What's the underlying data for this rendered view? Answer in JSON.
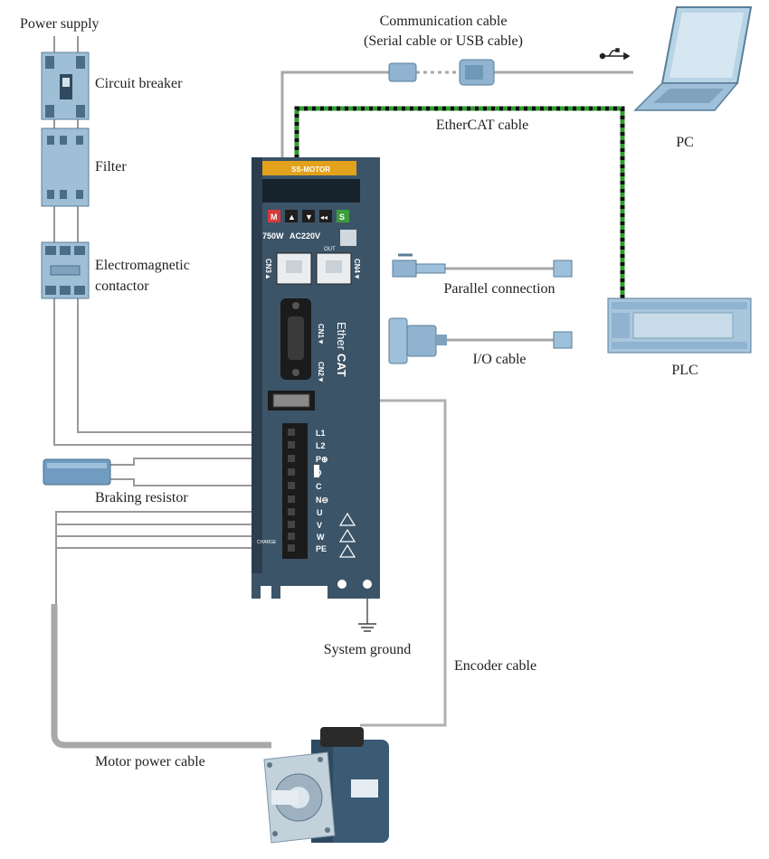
{
  "labels": {
    "power_supply": "Power supply",
    "circuit_breaker": "Circuit breaker",
    "filter": "Filter",
    "contactor_line1": "Electromagnetic",
    "contactor_line2": "contactor",
    "comm_line1": "Communication cable",
    "comm_line2": "(Serial cable or USB cable)",
    "pc": "PC",
    "ethercat_cable": "EtherCAT cable",
    "parallel": "Parallel connection",
    "io_cable": "I/O cable",
    "plc": "PLC",
    "braking_resistor": "Braking resistor",
    "system_ground": "System ground",
    "encoder_cable": "Encoder cable",
    "motor_power_cable": "Motor power cable"
  },
  "drive": {
    "brand": "SS-MOTOR",
    "buttons": [
      "M",
      "▲",
      "▼",
      "◂◂",
      "S"
    ],
    "rating_power": "750W",
    "rating_voltage": "AC220V",
    "out_label": "OUT",
    "cn3": "CN3▲",
    "cn4": "CN4▼",
    "cn1": "CN1▼",
    "cn2": "CN2▼",
    "ethercat_logo_1": "Ether",
    "ethercat_logo_2": "CAT",
    "charge": "CHARGE",
    "terminals": [
      "L1",
      "L2",
      "P⊕",
      "D",
      "C",
      "N⊖",
      "U",
      "V",
      "W",
      "PE"
    ]
  },
  "colors": {
    "drive_body": "#3c5468",
    "drive_dark": "#2c3e4e",
    "ethercat_green": "#2e9e2e",
    "cable_gray": "#a8a8a8",
    "device_blue": "#9fbfd6"
  }
}
